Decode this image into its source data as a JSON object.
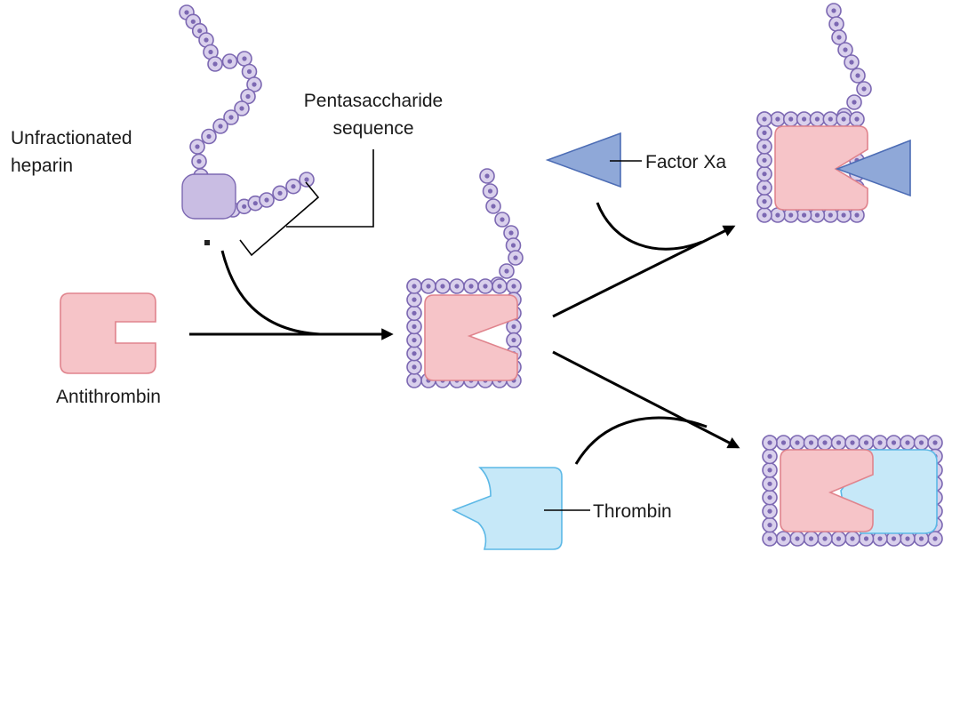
{
  "labels": {
    "heparin_line1": "Unfractionated",
    "heparin_line2": "heparin",
    "penta_line1": "Pentasaccharide",
    "penta_line2": "sequence",
    "antithrombin": "Antithrombin",
    "factor_xa": "Factor Xa",
    "thrombin": "Thrombin"
  },
  "colors": {
    "heparin_bead_fill": "#d9d0ec",
    "heparin_bead_stroke": "#7c68b2",
    "antithrombin_fill": "#f6c4c8",
    "antithrombin_stroke": "#e0848d",
    "factor_xa_fill": "#8fa8d8",
    "thrombin_fill": "#c6e8f8"
  }
}
